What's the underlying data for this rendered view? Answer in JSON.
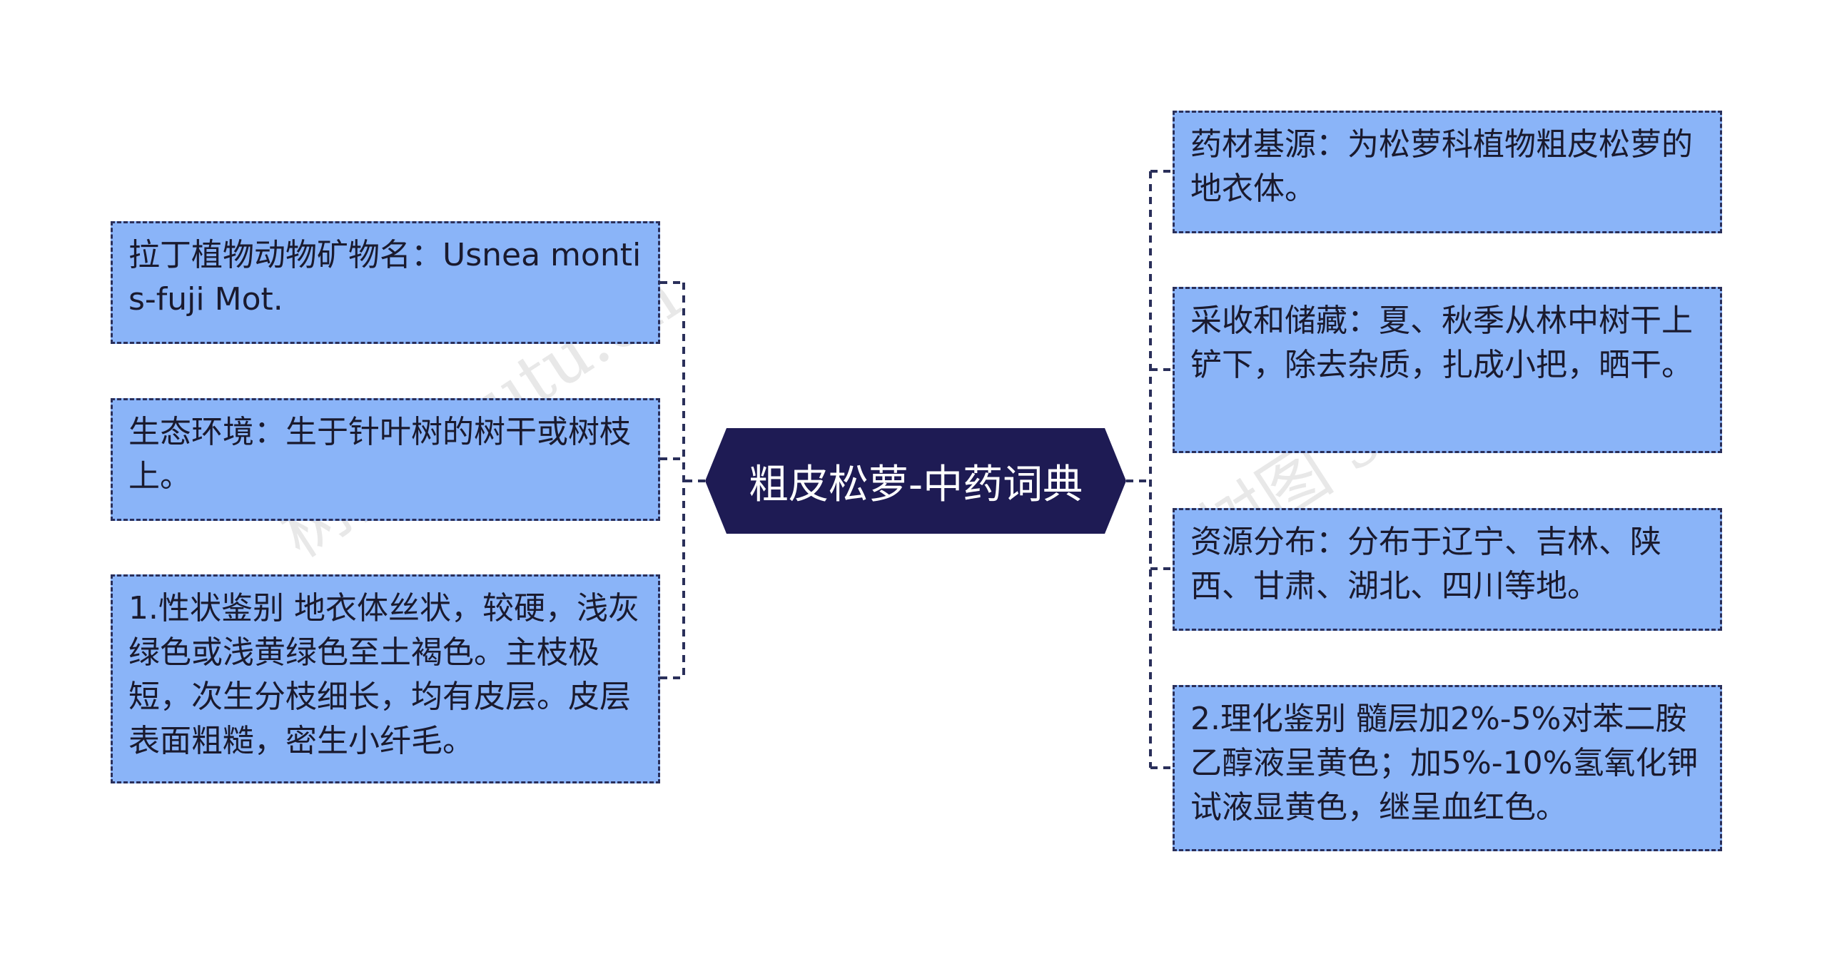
{
  "root": {
    "label": "粗皮松萝-中药词典"
  },
  "left_nodes": [
    {
      "text": "拉丁植物动物矿物名：Usnea montis-fuji Mot."
    },
    {
      "text": "生态环境：生于针叶树的树干或树枝上。"
    },
    {
      "text": "1.性状鉴别 地衣体丝状，较硬，浅灰绿色或浅黄绿色至土褐色。主枝极短，次生分枝细长，均有皮层。皮层表面粗糙，密生小纤毛。"
    }
  ],
  "right_nodes": [
    {
      "text": "药材基源：为松萝科植物粗皮松萝的地衣体。"
    },
    {
      "text": "采收和储藏：夏、秋季从林中树干上铲下，除去杂质，扎成小把，晒干。"
    },
    {
      "text": "资源分布：分布于辽宁、吉林、陕西、甘肃、湖北、四川等地。"
    },
    {
      "text": "2.理化鉴别 髓层加2%-5%对苯二胺乙醇液呈黄色；加5%-10%氢氧化钾试液显黄色，继呈血红色。"
    }
  ],
  "watermark": "树图 shutu.cn",
  "colors": {
    "root_fill": "#1e1b54",
    "node_fill": "#8ab4f8",
    "line": "#2a2f5a"
  }
}
